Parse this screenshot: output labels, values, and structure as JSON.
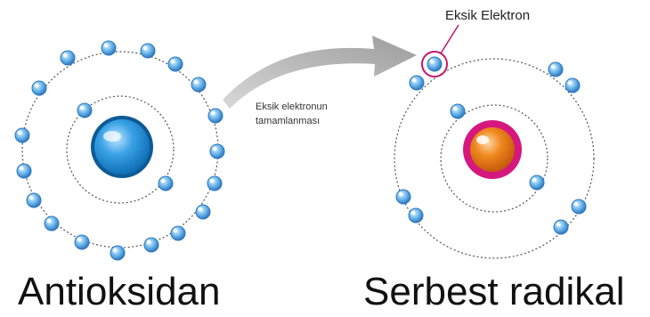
{
  "labels": {
    "antioxidant": "Antioksidan",
    "free_radical": "Serbest radikal",
    "missing_electron": "Eksik Elektron",
    "transfer_line1": "Eksik elektronun",
    "transfer_line2": "tamamlanması"
  },
  "colors": {
    "antioxidant_nucleus": "#1a8fd6",
    "radical_nucleus": "#e2711d",
    "radical_nucleus_ring": "#d6177e",
    "electron": "#5aa9e6",
    "arrow": "#b9b9b9",
    "highlight_ring": "#c2186b"
  },
  "icons": {
    "electron": "electron-icon",
    "nucleus": "nucleus-icon",
    "arrow": "curved-arrow-icon"
  }
}
